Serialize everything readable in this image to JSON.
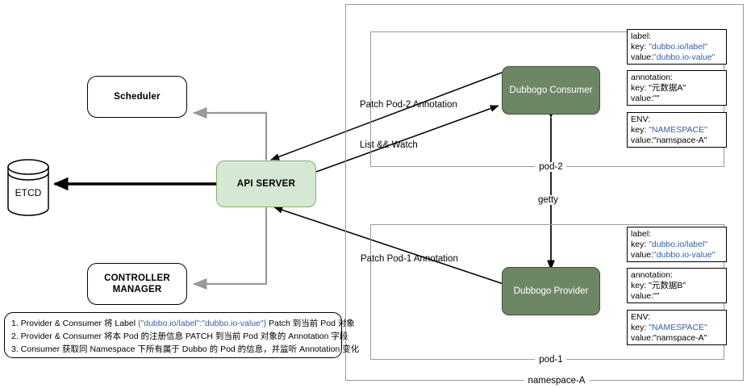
{
  "diagram": {
    "title": "Dubbogo Kubernetes registry architecture",
    "colors": {
      "api_server_fill": "#d5e8d4",
      "api_server_stroke": "#82b366",
      "pod_node_fill": "#6d8764",
      "pod_node_stroke": "#3f5136",
      "frame_stroke": "#9a9a9a",
      "link_gray": "#999999",
      "link_black": "#000000",
      "highlight_text": "#2f5fbe"
    }
  },
  "control_plane": {
    "scheduler": "Scheduler",
    "controller_manager_line1": "CONTROLLER",
    "controller_manager_line2": "MANAGER",
    "api_server": "API SERVER",
    "etcd": "ETCD"
  },
  "namespace": {
    "label": "namespace-A"
  },
  "pods": [
    {
      "frame_label": "pod-2",
      "node": "Dubbogo Consumer",
      "info": [
        {
          "name": "label-box",
          "lines": [
            {
              "text": "label:",
              "highlight": ""
            },
            {
              "text": "key: ",
              "highlight": "\"dubbo.io/label\""
            },
            {
              "text": "value:",
              "highlight": "\"dubbo.io-value\""
            }
          ]
        },
        {
          "name": "annotation-box",
          "lines": [
            {
              "text": "annotation:",
              "highlight": ""
            },
            {
              "text": "key: \"元数据A\"",
              "highlight": ""
            },
            {
              "text": "value:\"\"",
              "highlight": ""
            }
          ]
        },
        {
          "name": "env-box",
          "lines": [
            {
              "text": "ENV:",
              "highlight": ""
            },
            {
              "text": "key: ",
              "highlight": "\"NAMESPACE\""
            },
            {
              "text": "value:\"namspace-A\"",
              "highlight": ""
            }
          ]
        }
      ]
    },
    {
      "frame_label": "pod-1",
      "node": "Dubbogo Provider",
      "info": [
        {
          "name": "label-box",
          "lines": [
            {
              "text": "label:",
              "highlight": ""
            },
            {
              "text": "key: ",
              "highlight": "\"dubbo.io/label\""
            },
            {
              "text": "value:",
              "highlight": "\"dubbo.io-value\""
            }
          ]
        },
        {
          "name": "annotation-box",
          "lines": [
            {
              "text": "annotation:",
              "highlight": ""
            },
            {
              "text": "key: \"元数据B\"",
              "highlight": ""
            },
            {
              "text": "value:\"\"",
              "highlight": ""
            }
          ]
        },
        {
          "name": "env-box",
          "lines": [
            {
              "text": "ENV:",
              "highlight": ""
            },
            {
              "text": "key: ",
              "highlight": "\"NAMESPACE\""
            },
            {
              "text": "value:\"namspace-A\"",
              "highlight": ""
            }
          ]
        }
      ]
    }
  ],
  "edges": {
    "patch_pod2": "Patch Pod-2 Annotation",
    "list_watch": "List && Watch",
    "patch_pod1": "Patch Pod-1 Annotation",
    "getty": "getty"
  },
  "legend": {
    "line1_a": "1. Provider & Consumer 将 Label ",
    "line1_b": "{\"dubbo.io/label\":\"dubbo.io-value\"}",
    "line1_c": " Patch 到当前 Pod 对象",
    "line2": "2. Provider & Consumer 将本 Pod 的注册信息 PATCH 到当前 Pod 对象的 Annotation 字段",
    "line3": "3. Consumer 获取同 Namespace 下所有属于 Dubbo 的 Pod 的信息，并监听 Annotation 变化"
  }
}
